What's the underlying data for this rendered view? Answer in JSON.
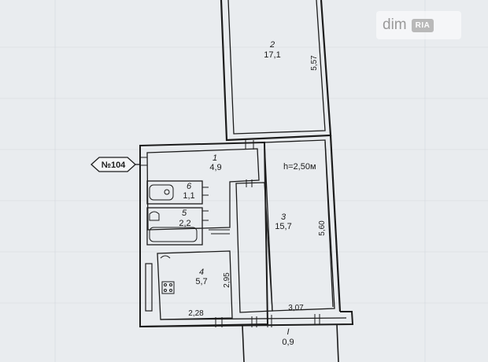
{
  "apartment_tag": "№104",
  "ceiling_height": "h=2,50м",
  "rooms": [
    {
      "number": "1",
      "area": "4,9"
    },
    {
      "number": "2",
      "area": "17,1"
    },
    {
      "number": "3",
      "area": "15,7"
    },
    {
      "number": "4",
      "area": "5,7"
    },
    {
      "number": "5",
      "area": "2,2"
    },
    {
      "number": "6",
      "area": "1,1"
    },
    {
      "number": "I",
      "area": "0,9"
    }
  ],
  "dimensions": {
    "room2_length": "5,57",
    "room3_length": "5,60",
    "room3_width": "3,07",
    "kitchen_width": "2,28",
    "kitchen_length": "2,95"
  },
  "watermark": {
    "text": "dim",
    "logo": "RIA"
  }
}
